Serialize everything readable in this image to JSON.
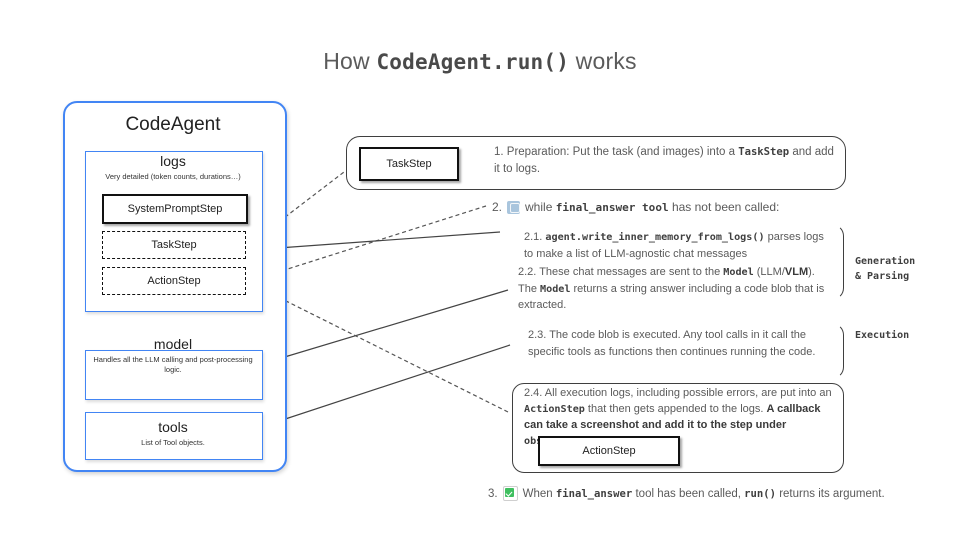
{
  "title": {
    "prefix": "How ",
    "code": "CodeAgent.run()",
    "suffix": " works"
  },
  "agent_panel": {
    "title": "CodeAgent",
    "logs": {
      "title": "logs",
      "subtitle": "Very detailed (token counts, durations…)",
      "steps": [
        {
          "label": "SystemPromptStep",
          "style": "solid"
        },
        {
          "label": "TaskStep",
          "style": "dashed"
        },
        {
          "label": "ActionStep",
          "style": "dashed"
        }
      ]
    },
    "model": {
      "title": "model",
      "desc": "Handles all the LLM calling and post-processing logic."
    },
    "tools": {
      "title": "tools",
      "desc": "List of Tool objects."
    }
  },
  "flow": {
    "step1": {
      "chip_label": "TaskStep",
      "number": "1.",
      "text_a": " Preparation: Put the task (and images) into a ",
      "code_a": "TaskStep",
      "text_b": " and add it to logs."
    },
    "step2_head": {
      "number": "2.",
      "icon": "loop-emoji",
      "text_a": "while ",
      "code_a": "final_answer tool",
      "text_b": " has not been called:"
    },
    "step2_1": {
      "number": "2.1.",
      "code_a": "agent.write_inner_memory_from_logs()",
      "text_a": " parses logs to make a list of LLM-agnostic chat messages"
    },
    "step2_2": {
      "number": "2.2.",
      "text_a": " These chat messages are sent to the ",
      "code_a": "Model",
      "text_b": " (LLM/",
      "bold_a": "VLM",
      "text_c": "). The ",
      "code_b": "Model",
      "text_d": " returns a string answer including a code blob that is extracted."
    },
    "step2_3": {
      "number": "2.3.",
      "text_a": " The code blob is executed. Any tool calls in it call the specific tools as functions then continues running the code."
    },
    "step2_4": {
      "number": "2.4.",
      "text_a": " All execution logs, including possible errors, are put into an ",
      "code_a": "ActionStep",
      "text_b": " that then gets appended to the logs. ",
      "bold_a": "A callback can  take a screenshot and add it to the step under ",
      "bold_code_a": "observation_images.",
      "chip_label": "ActionStep"
    },
    "step3": {
      "number": "3.",
      "icon": "check-emoji",
      "text_a": "When ",
      "code_a": "final_answer",
      "text_b": " tool has been called, ",
      "code_b": "run()",
      "text_c": " returns its argument."
    },
    "side_labels": {
      "generation": "Generation\n& Parsing",
      "execution": "Execution"
    }
  },
  "colors": {
    "panel_border": "#4285f4",
    "box_border": "#3f3f3f",
    "text": "#5a5a5a",
    "check_green": "#3fbf5f"
  }
}
